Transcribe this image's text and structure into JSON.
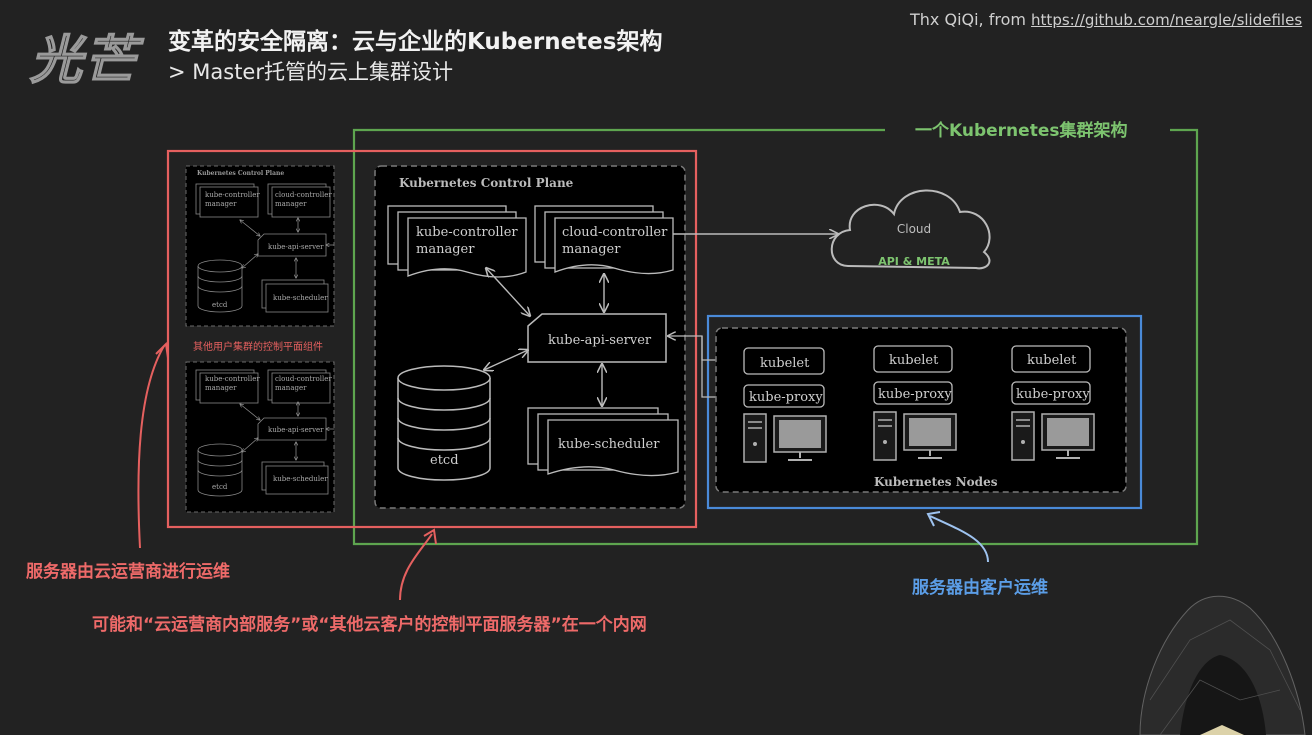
{
  "header": {
    "logo": "光芒",
    "title": "变革的安全隔离：云与企业的Kubernetes架构",
    "subtitle": "> Master托管的云上集群设计",
    "credit_prefix": "Thx QiQi, from ",
    "credit_link": "https://github.com/neargle/slidefiles"
  },
  "cluster": {
    "label": "一个Kubernetes集群架构"
  },
  "control_plane": {
    "title": "Kubernetes Control Plane",
    "kube_controller_manager": [
      "kube-controller",
      "manager"
    ],
    "cloud_controller_manager": [
      "cloud-controller",
      "manager"
    ],
    "api_server": "kube-api-server",
    "etcd": "etcd",
    "scheduler": "kube-scheduler"
  },
  "mini_plane": {
    "title": "Kubernetes Control Plane",
    "kcm": [
      "kube-controller",
      "manager"
    ],
    "ccm": [
      "cloud-controller",
      "manager"
    ],
    "api": "kube-api-server",
    "etcd": "etcd",
    "scheduler": "kube-scheduler"
  },
  "other_user_label": "其他用户集群的控制平面组件",
  "cloud": {
    "label": "Cloud",
    "sub": "API & META"
  },
  "nodes": {
    "title": "Kubernetes Nodes",
    "kubelet": "kubelet",
    "proxy": "kube-proxy"
  },
  "annotations": {
    "cloud_ops": "服务器由云运营商进行运维",
    "network": "可能和“云运营商内部服务”或“其他云客户的控制平面服务器”在一个内网",
    "customer_ops": "服务器由客户运维"
  },
  "colors": {
    "red": "#e5605f",
    "green": "#5ea54f",
    "blue": "#4a8ad8",
    "background": "#222222"
  }
}
